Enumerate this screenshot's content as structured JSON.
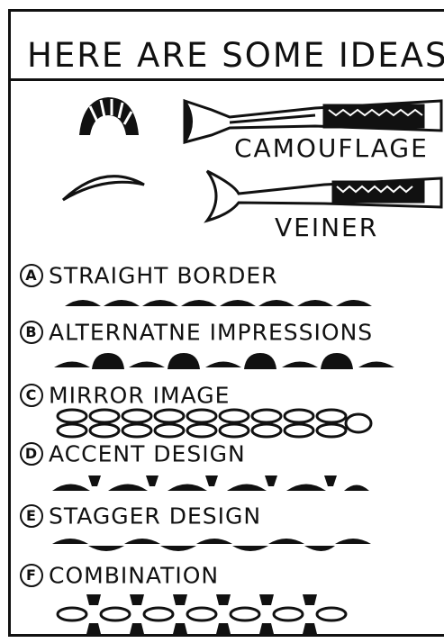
{
  "title": "HERE ARE SOME IDEAS:",
  "tools": [
    {
      "label": "CAMOUFLAGE",
      "icon": "camouflage-tool-icon"
    },
    {
      "label": "VEINER",
      "icon": "veiner-tool-icon"
    }
  ],
  "patterns": [
    {
      "letter": "A",
      "label": "STRAIGHT BORDER"
    },
    {
      "letter": "B",
      "label": "ALTERNATNE IMPRESSIONS"
    },
    {
      "letter": "C",
      "label": "MIRROR IMAGE"
    },
    {
      "letter": "D",
      "label": "ACCENT DESIGN"
    },
    {
      "letter": "E",
      "label": "STAGGER DESIGN"
    },
    {
      "letter": "F",
      "label": "COMBINATION"
    }
  ]
}
